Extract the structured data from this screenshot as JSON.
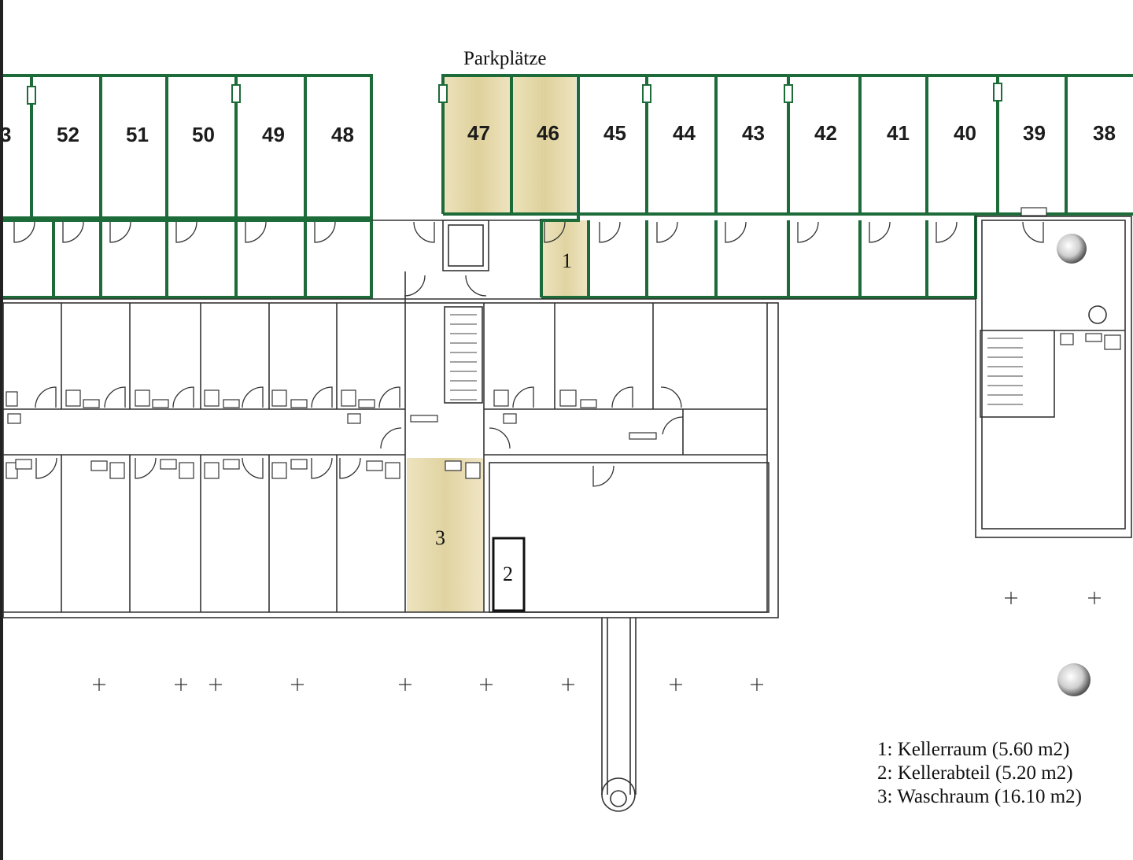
{
  "plan": {
    "title": "Parkplätze",
    "parking_numbers": [
      "52",
      "51",
      "50",
      "49",
      "48",
      "47",
      "46",
      "45",
      "44",
      "43",
      "42",
      "41",
      "40",
      "39",
      "38"
    ],
    "partial_bay": "3",
    "highlighted_bays": [
      "47",
      "46"
    ],
    "rooms": [
      {
        "id": "1"
      },
      {
        "id": "2"
      },
      {
        "id": "3"
      }
    ],
    "legend": [
      "1: Kellerraum (5.60 m2)",
      "2: Kellerabteil (5.20 m2)",
      "3: Waschraum (16.10 m2)"
    ],
    "colors": {
      "parking_outline": "#1e6b3a",
      "highlight": "#e6d7a4",
      "wall": "#333333"
    }
  }
}
